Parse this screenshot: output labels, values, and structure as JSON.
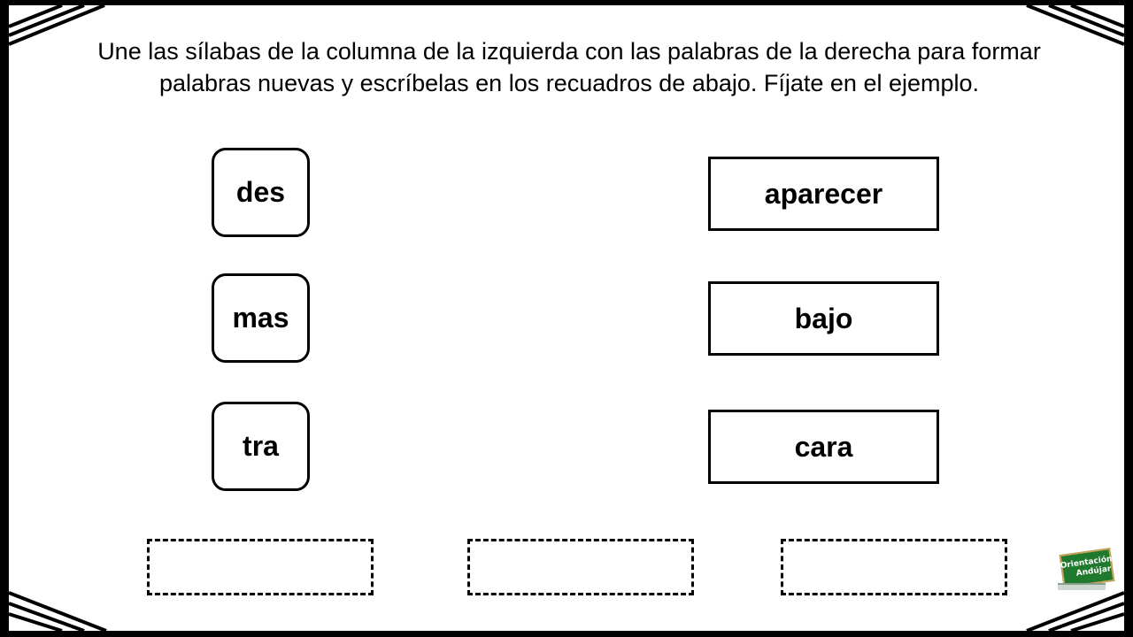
{
  "instructions": "Une las sílabas de la columna de la izquierda con las palabras de la derecha para formar palabras nuevas y escríbelas en los recuadros de abajo. Fíjate en el ejemplo.",
  "syllables": [
    "des",
    "mas",
    "tra"
  ],
  "words": [
    "aparecer",
    "bajo",
    "cara"
  ],
  "answer_boxes": [
    "",
    "",
    ""
  ],
  "logo": {
    "text_line1": "Orientación",
    "text_line2": "Andújar",
    "board_color": "#1f7a2e"
  }
}
